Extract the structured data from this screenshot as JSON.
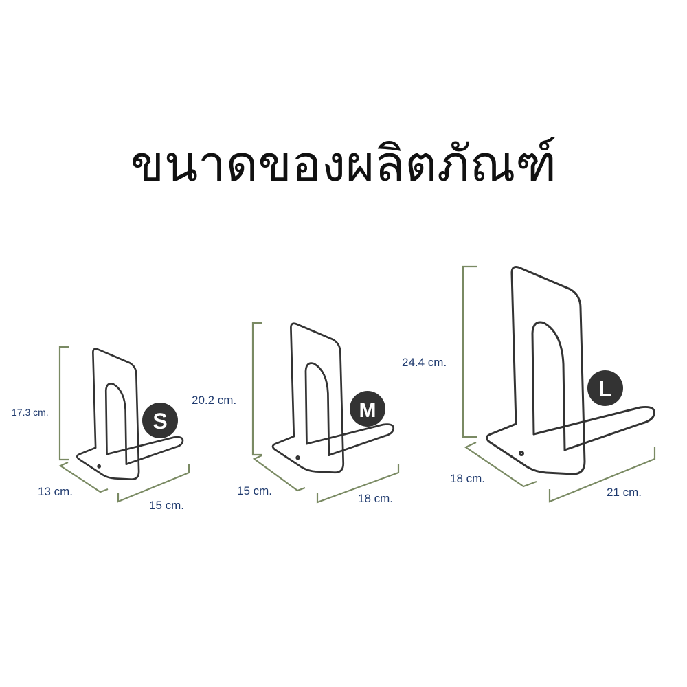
{
  "title": "ขนาดของผลิตภัณฑ์",
  "colors": {
    "label_text": "#1f3a6e",
    "dimension_line": "#7a8a63",
    "outline": "#333333",
    "badge": "#333333"
  },
  "products": [
    {
      "size": "S",
      "height": "17.3 cm.",
      "depth": "13 cm.",
      "width": "15 cm."
    },
    {
      "size": "M",
      "height": "20.2 cm.",
      "depth": "15 cm.",
      "width": "18 cm."
    },
    {
      "size": "L",
      "height": "24.4 cm.",
      "depth": "18 cm.",
      "width": "21 cm."
    }
  ]
}
